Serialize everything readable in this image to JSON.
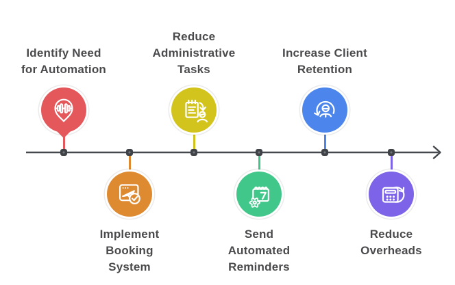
{
  "diagram_type": "horizontal-timeline-infographic",
  "background": "#FFFFFF",
  "axis": {
    "color": "#45484C",
    "node_color": "#3F4347",
    "direction": "right-arrow"
  },
  "text_color": "#4A4A4C",
  "milestones": [
    {
      "label": "Identify Need\nfor Automation",
      "color": "#E4585C",
      "icon": "gym-location-pin-icon",
      "position": "above"
    },
    {
      "label": "Implement\nBooking\nSystem",
      "color": "#DE8A31",
      "icon": "booking-window-check-icon",
      "position": "below"
    },
    {
      "label": "Reduce\nAdministrative\nTasks",
      "color": "#D3C41D",
      "icon": "task-transfer-person-icon",
      "position": "above"
    },
    {
      "label": "Send\nAutomated\nReminders",
      "color": "#41C789",
      "icon": "reminder-calendar-gear-icon",
      "position": "below"
    },
    {
      "label": "Increase Client\nRetention",
      "color": "#4C86EC",
      "icon": "client-retention-refresh-icon",
      "position": "above"
    },
    {
      "label": "Reduce\nOverheads",
      "color": "#7C63E8",
      "icon": "calculator-refresh-icon",
      "position": "below"
    }
  ]
}
